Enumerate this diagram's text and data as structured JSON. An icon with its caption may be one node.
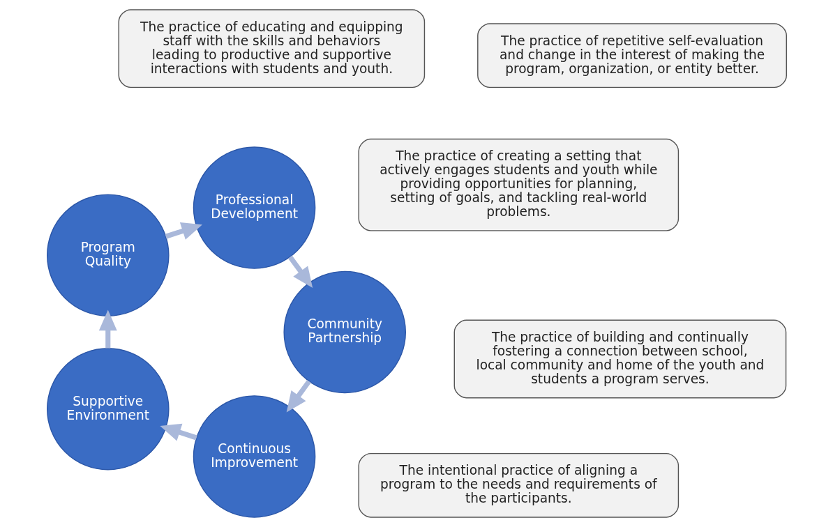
{
  "diagram": {
    "nodes": [
      {
        "text": [
          "Continuous Improvement"
        ]
      },
      {
        "text": [
          "Supportive Environment"
        ]
      },
      {
        "text": [
          "Program Quality"
        ]
      },
      {
        "text": [
          "Professional Development"
        ]
      },
      {
        "text": [
          "Community Partnership"
        ]
      },
      {
        "text": [
          "The practice of repetitive self-evaluation and change in the interest of making the program, organization, or entity better."
        ]
      },
      {
        "text": [
          "The practice of creating a setting that actively engages students and youth while providing opportunities for planning, setting of goals, and tackling real-world problems."
        ]
      },
      {
        "text": [
          "The intentional practice of aligning a program to the needs and requirements of the participants."
        ]
      },
      {
        "text": [
          "The practice of educating and equipping staff with the skills and behaviors leading to productive and supportive interactions with students and youth."
        ]
      },
      {
        "text": [
          "The practice of building and continually fostering a connection between school, local community and home of the youth and students a program serves."
        ]
      }
    ],
    "edges": [
      {
        "from": 0,
        "to": 1,
        "arrow": "to"
      },
      {
        "from": 1,
        "to": 2,
        "arrow": "to"
      },
      {
        "from": 2,
        "to": 3,
        "arrow": "to"
      },
      {
        "from": 3,
        "to": 4,
        "arrow": "to"
      },
      {
        "from": 4,
        "to": 0,
        "arrow": "to"
      }
    ]
  }
}
